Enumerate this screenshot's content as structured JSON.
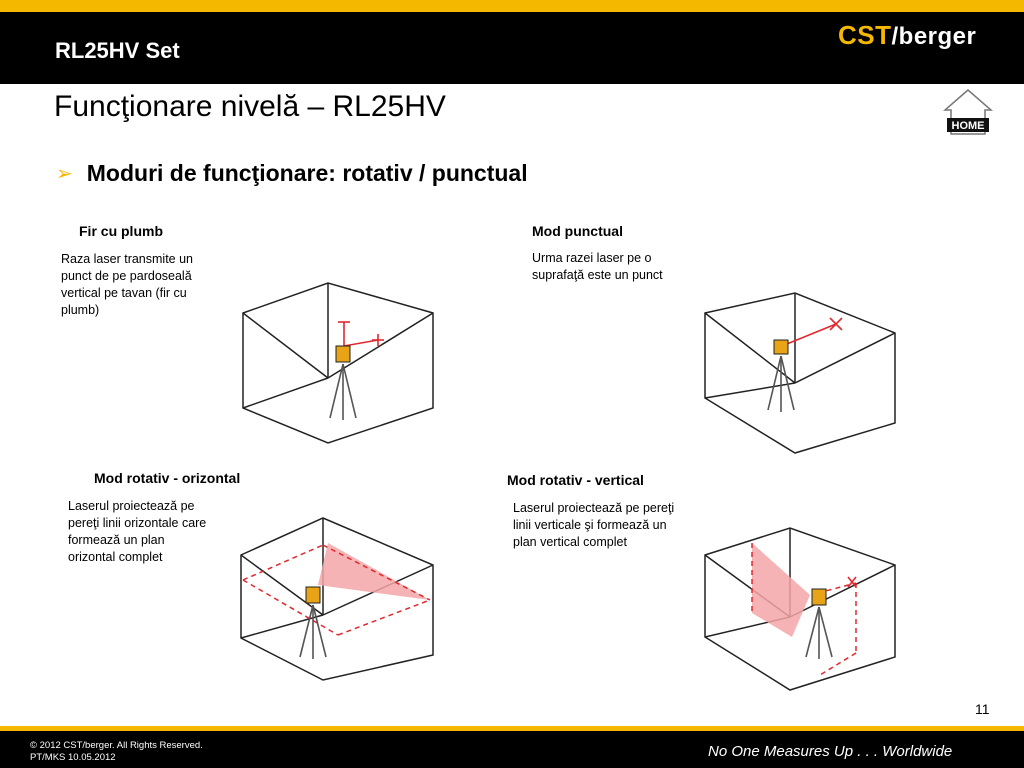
{
  "header": {
    "title": "RL25HV Set",
    "logo_cst": "CST",
    "logo_slash": "/",
    "logo_rest": "berger"
  },
  "slide": {
    "title": "Funcţionare nivelă – RL25HV",
    "bullet": "Moduri de funcţionare: rotativ / punctual"
  },
  "home": {
    "label": "HOME"
  },
  "modes": [
    {
      "title": "Fir cu plumb",
      "lines": [
        "Raza laser transmite un",
        "punct de pe pardoseală",
        "vertical pe tavan (fir cu",
        "plumb)"
      ]
    },
    {
      "title": "Mod punctual",
      "lines": [
        "Urma razei laser pe o",
        "suprafaţă este un punct"
      ]
    },
    {
      "title": "Mod rotativ - orizontal",
      "lines": [
        "Laserul proiectează pe",
        "pereţi linii orizontale care",
        "formează un plan",
        "orizontal complet"
      ]
    },
    {
      "title": "Mod rotativ - vertical",
      "lines": [
        "Laserul proiectează pe pereţi",
        "linii verticale şi formează un",
        "plan vertical complet"
      ]
    }
  ],
  "page_number": "11",
  "footer": {
    "copyright_line1": "© 2012 CST/berger. All Rights Reserved.",
    "copyright_line2": "PT/MKS  10.05.2012",
    "slogan": "No One Measures Up . . . Worldwide"
  },
  "colors": {
    "accent": "#f5b800",
    "laser": "#e0282e",
    "laser_fill": "#f4a6a8"
  }
}
